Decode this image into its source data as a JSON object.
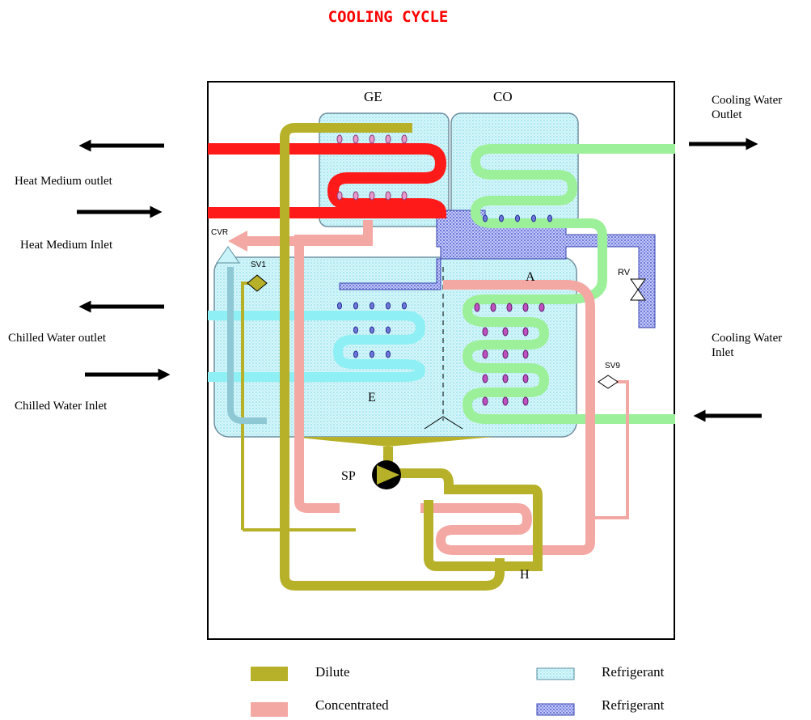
{
  "title": "COOLING CYCLE",
  "colors": {
    "heat_medium": "#ff1a1a",
    "cooling_water": "#9df09a",
    "chilled_water": "#8ef0f4",
    "dilute": "#b7b12a",
    "concentrated": "#f4a8a4",
    "refrigerant_liquid": "#c9f3f8",
    "refrigerant_vapor": "#8a92e6",
    "title": "#ff0000"
  },
  "side_labels": {
    "cooling_water_outlet": [
      "Cooling Water",
      "Outlet"
    ],
    "cooling_water_inlet": [
      "Cooling Water",
      "Inlet"
    ],
    "heat_medium_outlet": "Heat Medium outlet",
    "heat_medium_inlet": "Heat Medium Inlet",
    "chilled_water_outlet": "Chilled Water outlet",
    "chilled_water_inlet": "Chilled Water Inlet"
  },
  "components": {
    "generator": "GE",
    "condenser": "CO",
    "absorber": "A",
    "evaporator": "E",
    "heat_exchanger": "H",
    "solution_pump": "SP",
    "cvr": "CVR",
    "sv1": "SV1",
    "rv": "RV",
    "sv9": "SV9"
  },
  "legend": [
    {
      "label": "Dilute",
      "icon": "dilute-swatch"
    },
    {
      "label": "Refrigerant",
      "icon": "refrigerant-liquid-swatch"
    },
    {
      "label": "Concentrated",
      "icon": "concentrated-swatch"
    },
    {
      "label": "Refrigerant",
      "icon": "refrigerant-vapor-swatch"
    }
  ]
}
